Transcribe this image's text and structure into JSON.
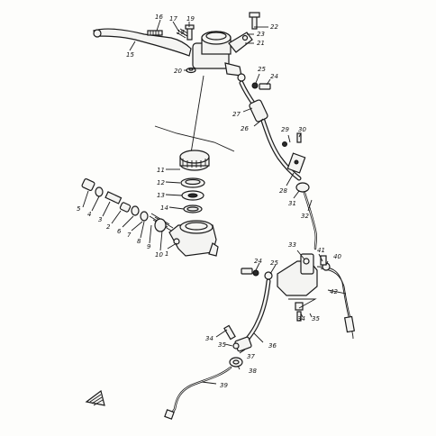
{
  "diagram": {
    "callouts": [
      {
        "id": "c1",
        "text": "1"
      },
      {
        "id": "c2",
        "text": "2"
      },
      {
        "id": "c3",
        "text": "3"
      },
      {
        "id": "c4",
        "text": "4"
      },
      {
        "id": "c5",
        "text": "5"
      },
      {
        "id": "c6",
        "text": "6"
      },
      {
        "id": "c7",
        "text": "7"
      },
      {
        "id": "c8",
        "text": "8"
      },
      {
        "id": "c9",
        "text": "9"
      },
      {
        "id": "c10",
        "text": "10"
      },
      {
        "id": "c11",
        "text": "11"
      },
      {
        "id": "c12",
        "text": "12"
      },
      {
        "id": "c13",
        "text": "13"
      },
      {
        "id": "c14",
        "text": "14"
      },
      {
        "id": "c15",
        "text": "15"
      },
      {
        "id": "c16",
        "text": "16"
      },
      {
        "id": "c17",
        "text": "17"
      },
      {
        "id": "c18",
        "text": "18"
      },
      {
        "id": "c19",
        "text": "19"
      },
      {
        "id": "c20",
        "text": "20"
      },
      {
        "id": "c21",
        "text": "21"
      },
      {
        "id": "c22",
        "text": "22"
      },
      {
        "id": "c23",
        "text": "23"
      },
      {
        "id": "c24a",
        "text": "24"
      },
      {
        "id": "c24b",
        "text": "24"
      },
      {
        "id": "c25a",
        "text": "25"
      },
      {
        "id": "c25b",
        "text": "25"
      },
      {
        "id": "c26",
        "text": "26"
      },
      {
        "id": "c27",
        "text": "27"
      },
      {
        "id": "c28",
        "text": "28"
      },
      {
        "id": "c29",
        "text": "29"
      },
      {
        "id": "c30",
        "text": "30"
      },
      {
        "id": "c31",
        "text": "31"
      },
      {
        "id": "c32",
        "text": "32"
      },
      {
        "id": "c33",
        "text": "33"
      },
      {
        "id": "c34a",
        "text": "34"
      },
      {
        "id": "c34b",
        "text": "34"
      },
      {
        "id": "c35a",
        "text": "35"
      },
      {
        "id": "c35b",
        "text": "35"
      },
      {
        "id": "c36",
        "text": "36"
      },
      {
        "id": "c37",
        "text": "37"
      },
      {
        "id": "c38",
        "text": "38"
      },
      {
        "id": "c39",
        "text": "39"
      },
      {
        "id": "c40",
        "text": "40"
      },
      {
        "id": "c41",
        "text": "41"
      },
      {
        "id": "c42",
        "text": "42"
      }
    ]
  }
}
